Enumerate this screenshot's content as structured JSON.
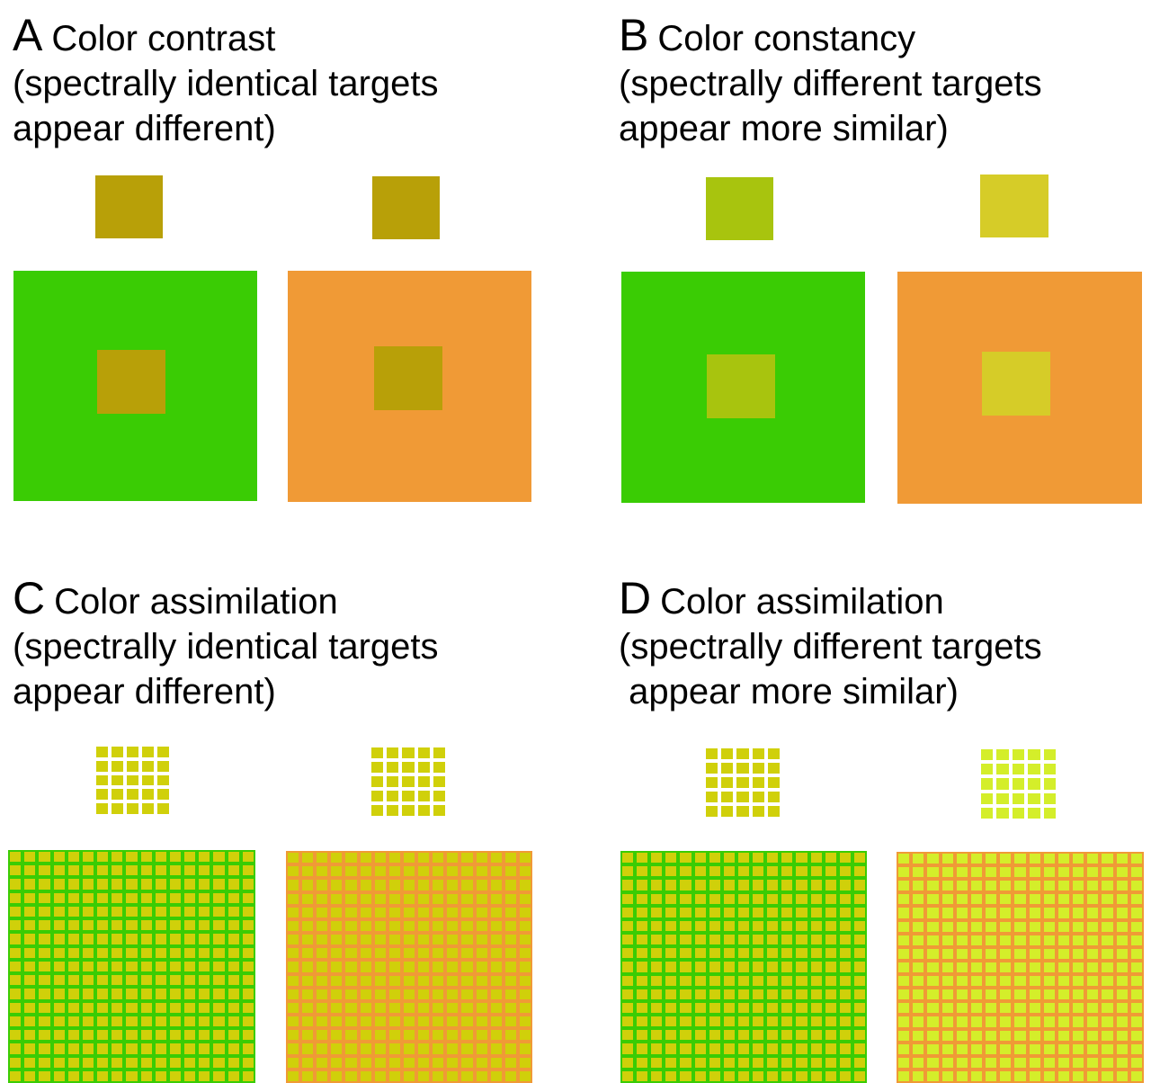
{
  "panels": [
    {
      "letter": "A",
      "title": "Color contrast",
      "line2": "(spectrally identical targets",
      "line3": "appear different)",
      "surround_left_color": "#3acc04",
      "surround_right_color": "#f09a36",
      "target_left_color": "#b8a008",
      "target_right_color": "#b8a008"
    },
    {
      "letter": "B",
      "title": "Color constancy",
      "line2": "(spectrally different targets",
      "line3": "appear more similar)",
      "surround_left_color": "#3acc04",
      "surround_right_color": "#f09a36",
      "target_left_color": "#a8c40e",
      "target_right_color": "#d6cc28"
    },
    {
      "letter": "C",
      "title": "Color assimilation",
      "line2": "(spectrally identical targets",
      "line3": "appear different)",
      "surround_left_color": "#3acc04",
      "surround_right_color": "#f09a36",
      "target_left_color": "#d0d00a",
      "target_right_color": "#d0d00a"
    },
    {
      "letter": "D",
      "title": "Color assimilation",
      "line2": "(spectrally different targets",
      "line3": " appear more similar)",
      "surround_left_color": "#3acc04",
      "surround_right_color": "#f09a36",
      "target_left_color": "#d0d00a",
      "target_right_color": "#d4ee2a"
    }
  ]
}
